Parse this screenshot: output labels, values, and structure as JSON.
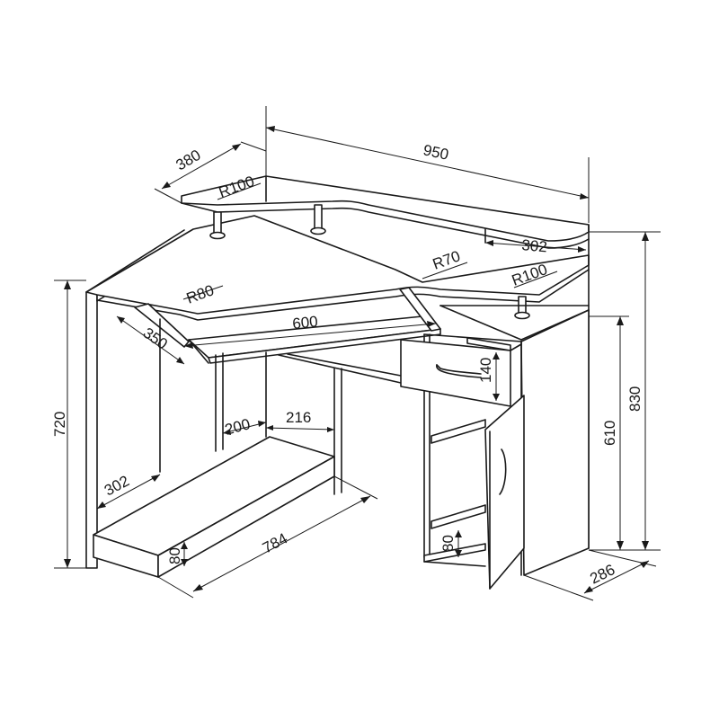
{
  "drawing": {
    "kind": "corner computer desk dimension drawing",
    "units": "mm",
    "line_color": "#1a1a1a",
    "background": "#ffffff"
  },
  "dimensions": {
    "total_width": "950",
    "top_shelf_depth": "380",
    "top_shelf_radius": "R100",
    "shelf_depth_right": "302",
    "desk_radius_right": "R70",
    "shelf_radius_right": "R100",
    "desk_radius_left": "R80",
    "keyboard_width": "600",
    "keyboard_depth": "350",
    "drawer_height": "140",
    "desk_height": "720",
    "total_height": "830",
    "cabinet_height": "610",
    "cabinet_depth": "286",
    "left_footrest_depth": "302",
    "footrest_gap": "200",
    "footrest_inner": "216",
    "footrest_length": "784",
    "footrest_height": "80",
    "plinth_height": "80"
  }
}
